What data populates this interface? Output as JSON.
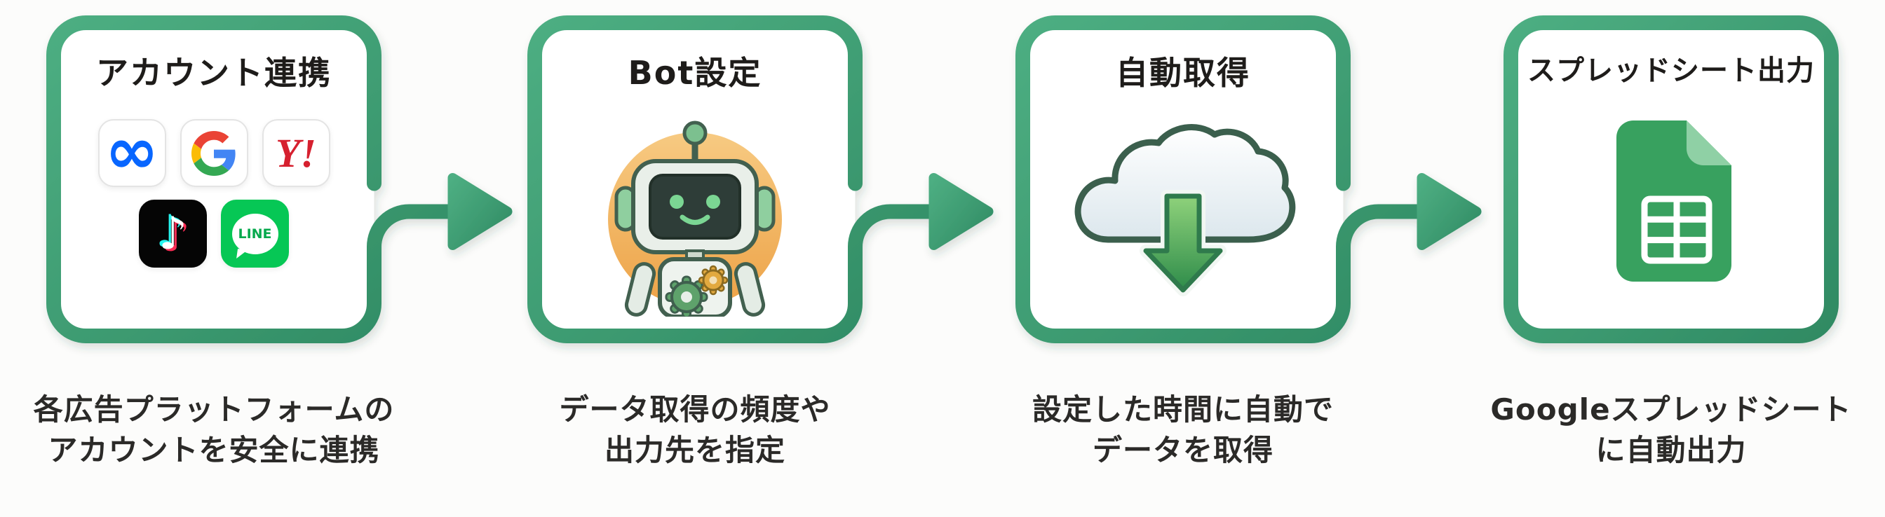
{
  "diagram_title": "",
  "theme": {
    "accent_green": "#3f9d73",
    "accent_green_dark": "#2f8a63",
    "text_dark": "#2b2a28",
    "card_background": "#ffffff",
    "meta_blue": "#0866FF",
    "yahoo_red": "#d6202f",
    "tiktok_black": "#050505",
    "line_green": "#06C755",
    "sheets_green": "#38a15f",
    "robot_circle_orange": "#f2b95e"
  },
  "steps": [
    {
      "id": "account-link",
      "title": "アカウント連携",
      "caption": "各広告プラットフォームの\nアカウントを安全に連携",
      "platforms": [
        {
          "name": "Meta",
          "symbol": "∞"
        },
        {
          "name": "Google",
          "symbol": "G"
        },
        {
          "name": "Yahoo! JAPAN",
          "symbol": "Y!"
        },
        {
          "name": "TikTok",
          "symbol": "♪"
        },
        {
          "name": "LINE",
          "symbol": "LINE"
        }
      ]
    },
    {
      "id": "bot-config",
      "title": "Bot設定",
      "caption": "データ取得の頻度や\n出力先を指定",
      "illustration": "robot-icon"
    },
    {
      "id": "auto-fetch",
      "title": "自動取得",
      "caption": "設定した時間に自動で\nデータを取得",
      "illustration": "cloud-download-icon"
    },
    {
      "id": "spreadsheet-output",
      "title": "スプレッドシート出力",
      "caption": "Googleスプレッドシート\nに自動出力",
      "illustration": "google-sheets-icon"
    }
  ],
  "connectors": [
    {
      "icon": "arrow-right-icon"
    },
    {
      "icon": "arrow-right-icon"
    },
    {
      "icon": "arrow-right-icon"
    }
  ]
}
